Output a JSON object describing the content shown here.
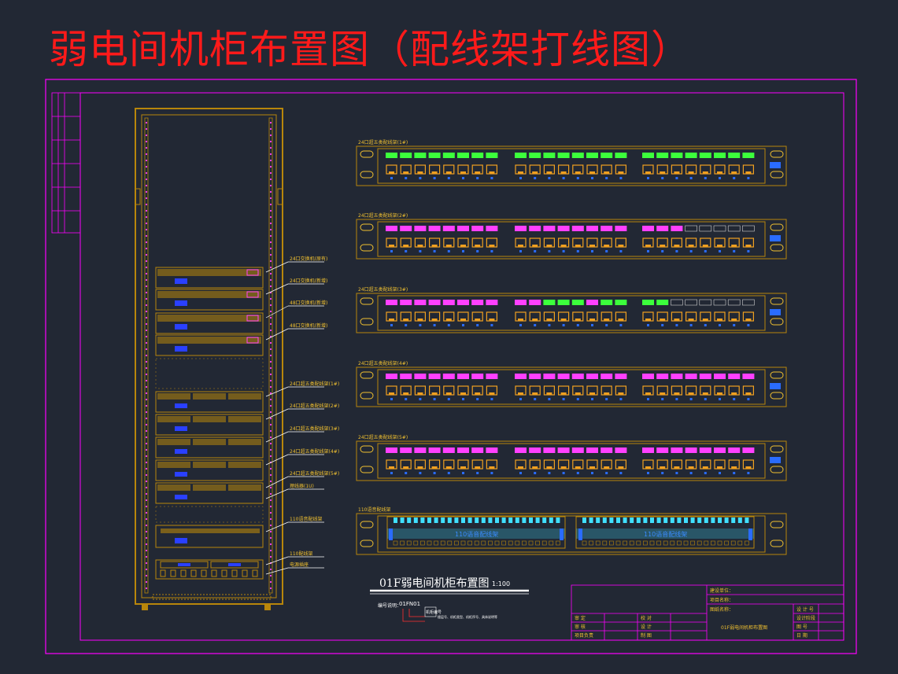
{
  "title": "弱电间机柜布置图（配线架打线图）",
  "colors": {
    "background": "#222834",
    "border": "#ff00ff",
    "cabinet": "#b8860b",
    "title": "#ff1a1a",
    "port_green": "#3cff3c",
    "port_magenta": "#ff40ff",
    "port_cyan": "#40e0ff",
    "jack": "#f0a020"
  },
  "cabinet_labels": [
    "24口交换机(原有)",
    "24口交换机(新增)",
    "48口交换机(新增)",
    "48口交换机(新增)",
    "24口超五类配线架(1#)",
    "24口超五类配线架(2#)",
    "24口超五类配线架(3#)",
    "24口超五类配线架(4#)",
    "24口超五类配线架(5#)",
    "理线器(1U)",
    "110语音配线架",
    "110配线架",
    "电源插座"
  ],
  "panels": [
    {
      "label": "24口超五类配线架(1#)"
    },
    {
      "label": "24口超五类配线架(2#)"
    },
    {
      "label": "24口超五类配线架(3#)"
    },
    {
      "label": "24口超五类配线架(4#)"
    },
    {
      "label": "24口超五类配线架(5#)"
    }
  ],
  "panel_port_colors": [
    [
      "g",
      "g",
      "g",
      "g",
      "g",
      "g",
      "g",
      "g",
      "g",
      "g",
      "g",
      "g",
      "g",
      "g",
      "g",
      "g",
      "g",
      "g",
      "g",
      "g",
      "g",
      "g",
      "g",
      "g"
    ],
    [
      "m",
      "m",
      "m",
      "m",
      "m",
      "m",
      "m",
      "m",
      "m",
      "m",
      "m",
      "m",
      "m",
      "m",
      "m",
      "m",
      "m",
      "m",
      "m",
      "e",
      "e",
      "e",
      "e",
      "e"
    ],
    [
      "m",
      "m",
      "m",
      "m",
      "m",
      "m",
      "m",
      "m",
      "m",
      "m",
      "g",
      "g",
      "g",
      "m",
      "g",
      "g",
      "g",
      "g",
      "e",
      "e",
      "e",
      "e",
      "e",
      "e"
    ],
    [
      "m",
      "m",
      "m",
      "m",
      "m",
      "m",
      "m",
      "m",
      "m",
      "m",
      "m",
      "m",
      "m",
      "m",
      "m",
      "m",
      "m",
      "m",
      "m",
      "m",
      "m",
      "m",
      "m",
      "m"
    ],
    [
      "m",
      "m",
      "m",
      "m",
      "m",
      "m",
      "m",
      "m",
      "m",
      "m",
      "m",
      "m",
      "m",
      "m",
      "m",
      "m",
      "m",
      "m",
      "m",
      "m",
      "m",
      "m",
      "m",
      "m"
    ]
  ],
  "voice_panel": {
    "label": "110语音配线架",
    "sub_label_1": "110语音配线架",
    "sub_label_2": "110语音配线架"
  },
  "caption": {
    "text": "01F弱电间机柜布置图",
    "scale": "1:100"
  },
  "legend": {
    "code": "01FN01",
    "prefix": "编号说明：",
    "note": "机柜编号",
    "detail": "楼层号、机柜类型、机柜序号、具体说明等"
  },
  "title_block": {
    "project_name": "建设单位：",
    "project": "项目名称：",
    "drawing_name": "图纸名称：",
    "drawing_title": "01F弱电间机柜布置图",
    "rows_left": [
      "审 定",
      "审 核",
      "项目负责"
    ],
    "rows_mid": [
      "校 对",
      "设 计",
      "制 图"
    ],
    "rows_right": [
      "设 计 号",
      "设计阶段",
      "图 号",
      "日 期"
    ]
  }
}
